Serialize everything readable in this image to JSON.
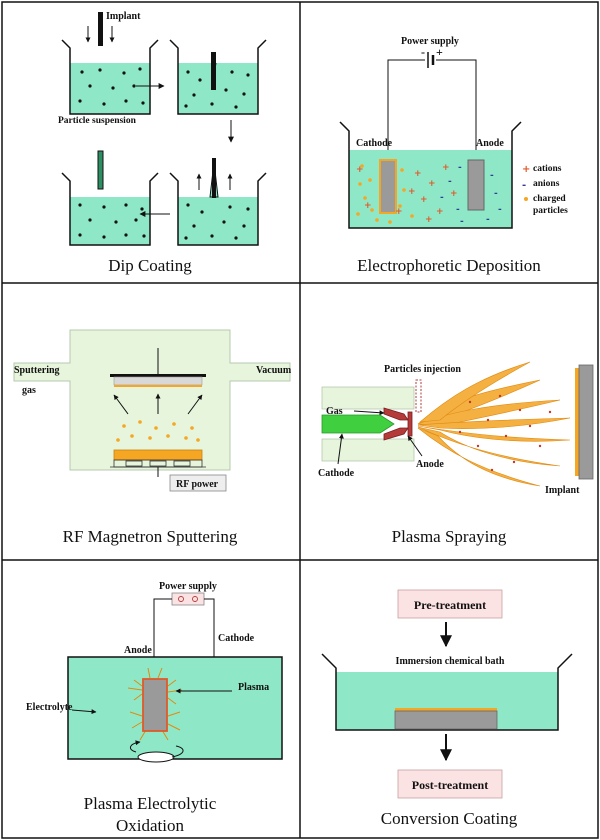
{
  "panels": {
    "dip": {
      "title": "Dip Coating",
      "implant": "Implant",
      "suspension": "Particle suspension"
    },
    "epd": {
      "title": "Electrophoretic Deposition",
      "power": "Power supply",
      "minus": "-",
      "plus": "+",
      "cathode": "Cathode",
      "anode": "Anode",
      "legend": [
        "cations",
        "anions",
        "charged",
        "particles"
      ]
    },
    "rf": {
      "title": "RF Magnetron Sputtering",
      "sputtering": "Sputtering",
      "gas": "gas",
      "vacuum": "Vacuum",
      "rfpower": "RF power"
    },
    "ps": {
      "title": "Plasma Spraying",
      "injection": "Particles injection",
      "gas": "Gas",
      "cathode": "Cathode",
      "anode": "Anode",
      "implant": "Implant"
    },
    "peo": {
      "title_line1": "Plasma Electrolytic",
      "title_line2": "Oxidation",
      "power": "Power supply",
      "anode": "Anode",
      "cathode": "Cathode",
      "plasma": "Plasma",
      "electrolyte": "Electrolyte"
    },
    "cc": {
      "title": "Conversion Coating",
      "pre": "Pre-treatment",
      "bath": "Immersion chemical bath",
      "post": "Post-treatment"
    }
  },
  "colors": {
    "liquid": "#8ee8c8",
    "vacuum": "#e6f5dc",
    "orange": "#f5a623",
    "implant_grey": "#9a9a9a",
    "box_pink": "#fbe3e3",
    "cathode_green": "#3fcf3f"
  }
}
